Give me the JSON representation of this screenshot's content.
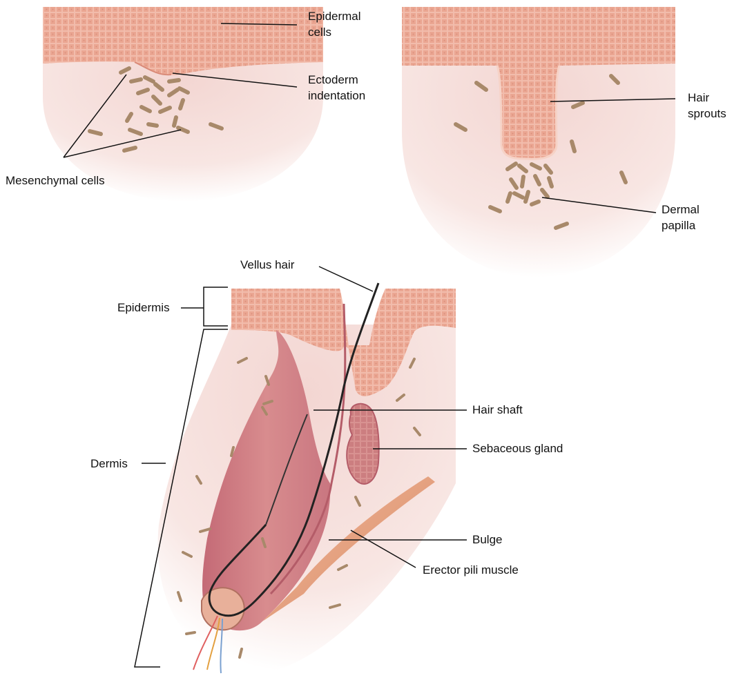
{
  "labels": {
    "epidermal_cells": [
      "Epidermal",
      "cells"
    ],
    "ectoderm_indentation": [
      "Ectoderm",
      "indentation"
    ],
    "mesenchymal_cells": "Mesenchymal cells",
    "hair_sprouts": [
      "Hair",
      "sprouts"
    ],
    "dermal_papilla": [
      "Dermal",
      "papilla"
    ],
    "vellus_hair": "Vellus hair",
    "epidermis": "Epidermis",
    "dermis": "Dermis",
    "hair_shaft": "Hair shaft",
    "sebaceous_gland": "Sebaceous gland",
    "bulge": "Bulge",
    "erector_pili_muscle": "Erector pili muscle"
  },
  "colors": {
    "epidermis": "#e8a08c",
    "dermis": "#f6e0dc",
    "follicle": "#c9707a",
    "cell": "#a8896a",
    "line": "#111111"
  }
}
